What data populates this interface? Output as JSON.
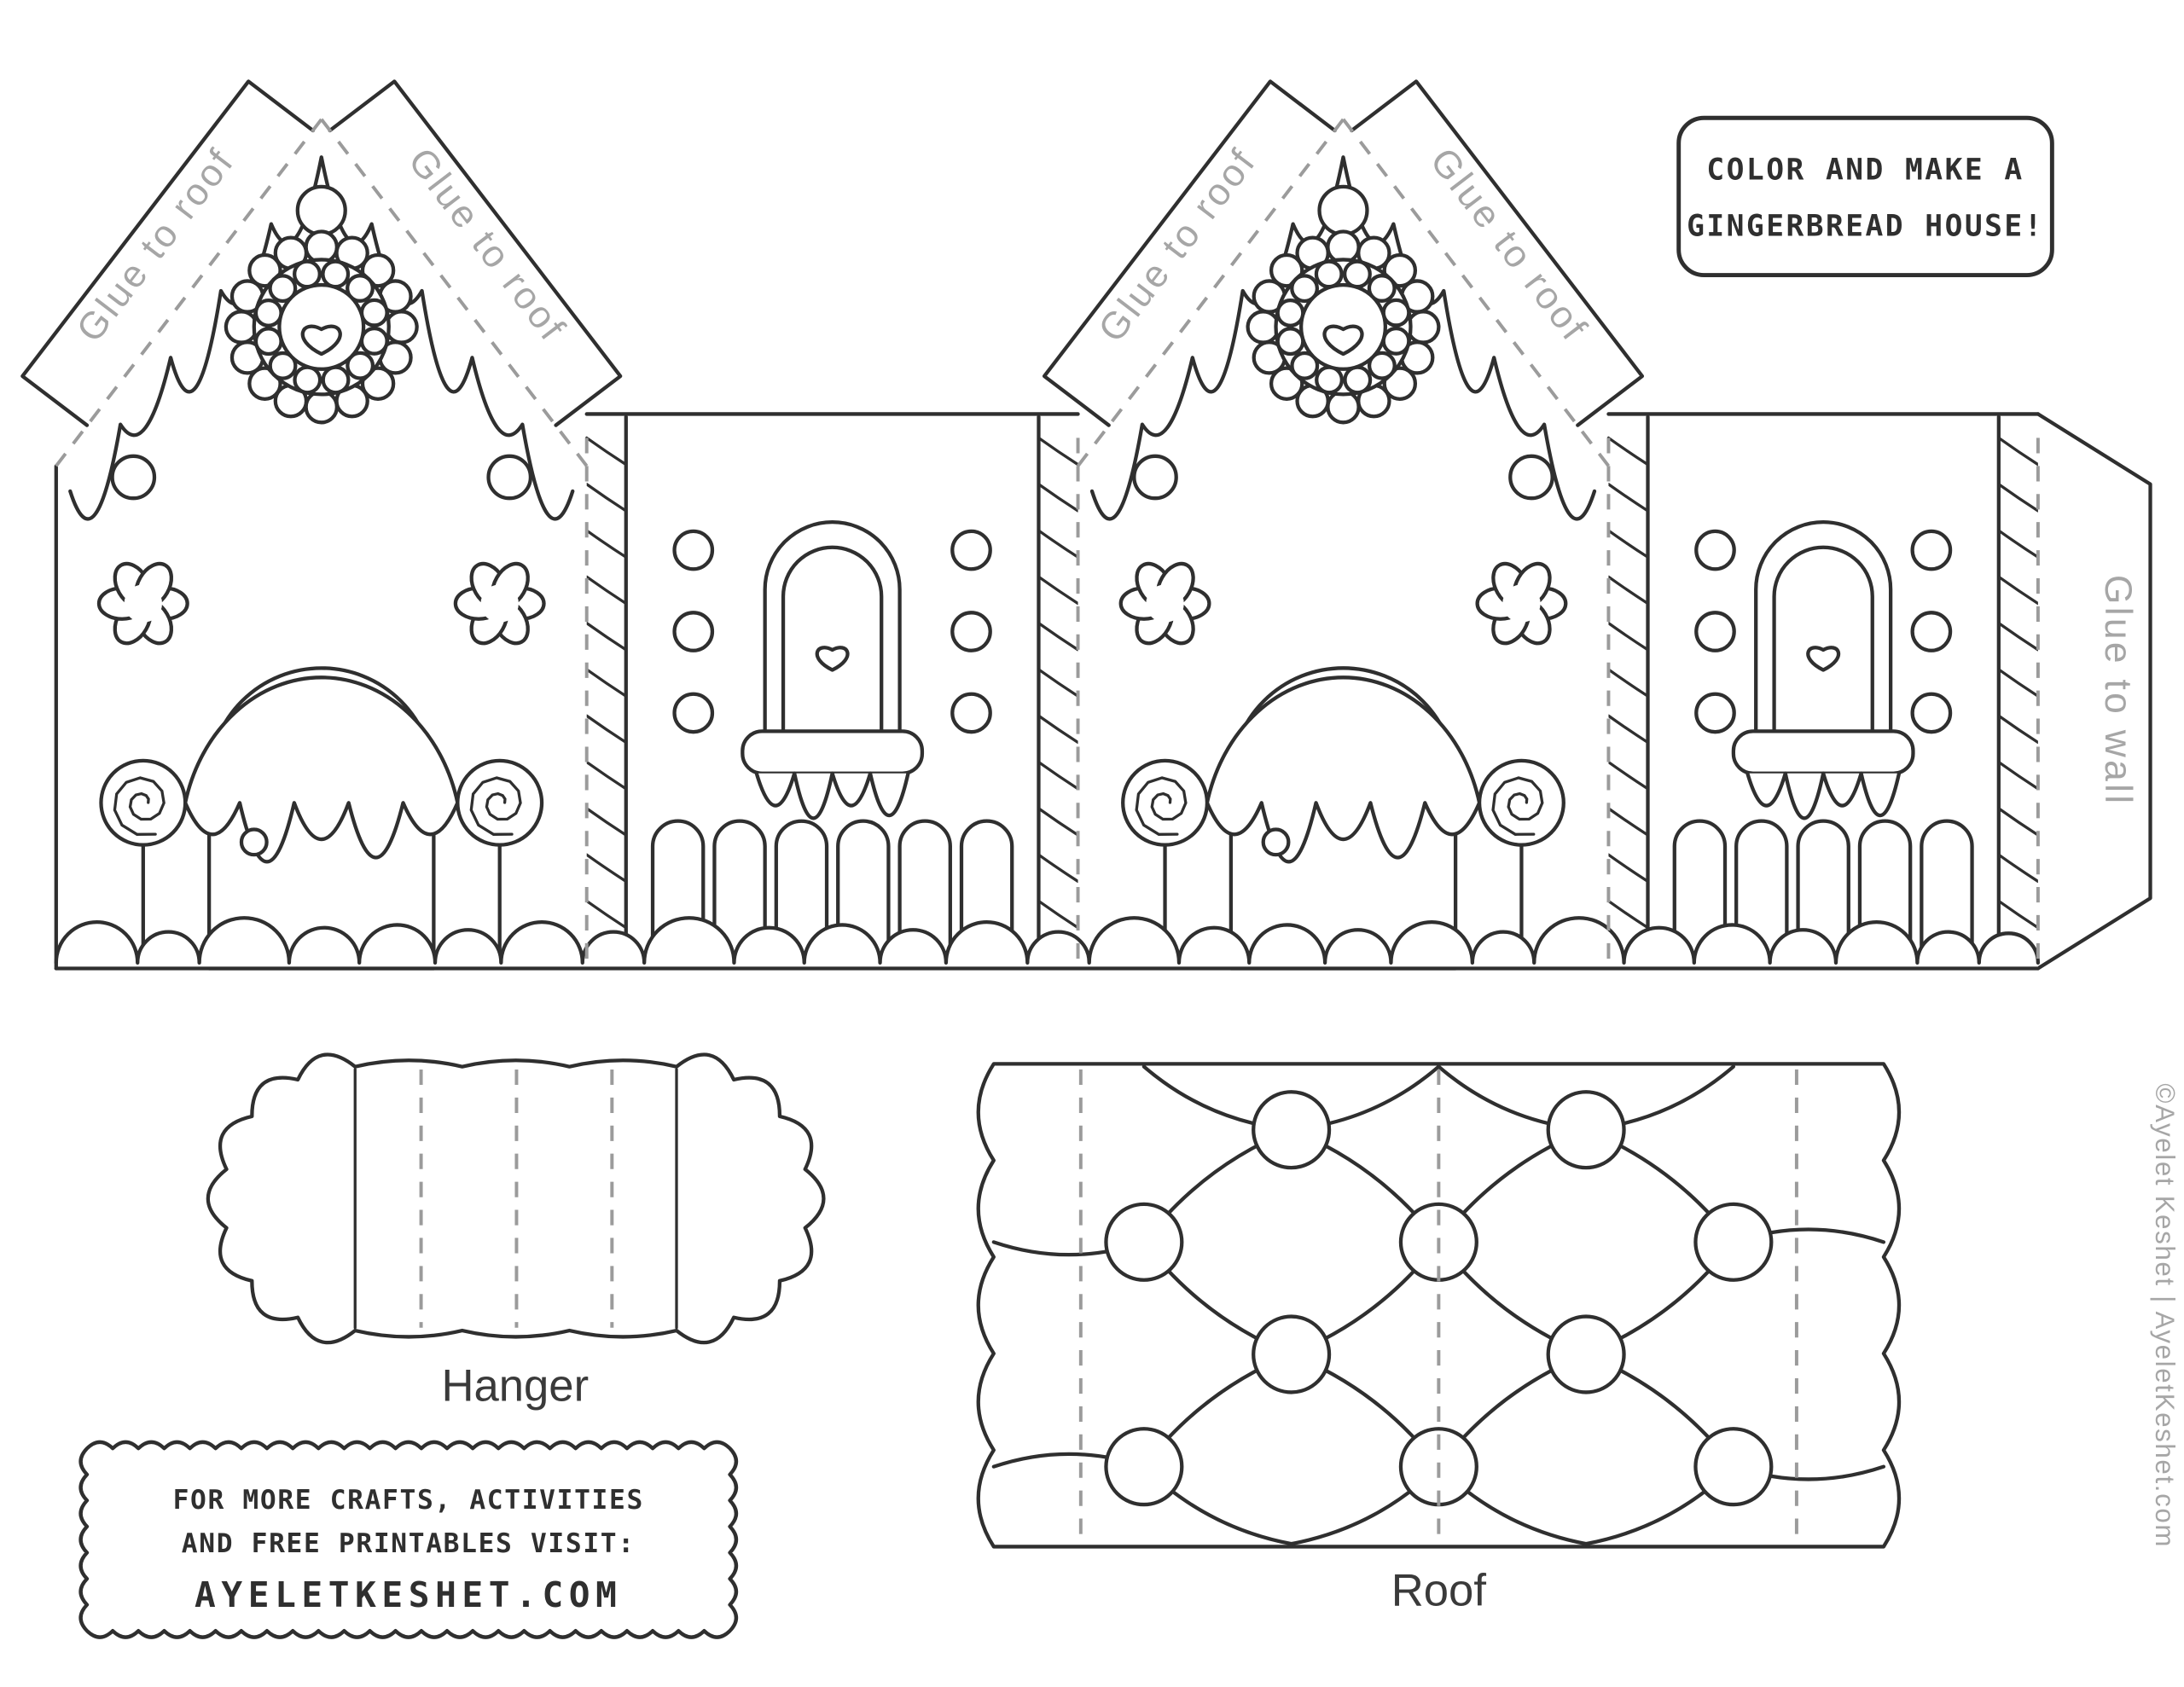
{
  "title_box": {
    "line1": "COLOR AND MAKE A",
    "line2": "GINGERBREAD HOUSE!"
  },
  "glue_labels": {
    "roof": "Glue to roof",
    "wall": "Glue to wall"
  },
  "piece_labels": {
    "hanger": "Hanger",
    "roof": "Roof"
  },
  "footer_box": {
    "line1": "FOR MORE CRAFTS, ACTIVITIES",
    "line2": "AND FREE PRINTABLES VISIT:",
    "line3": "AYELETKESHET.COM"
  },
  "credit": "©Ayelet Keshet | AyeletKeshet.com",
  "colors": {
    "background": "#ffffff",
    "ink": "#2f2f2f",
    "fold_dash": "#9b9b9b",
    "glue_text": "#a6a6a6"
  }
}
